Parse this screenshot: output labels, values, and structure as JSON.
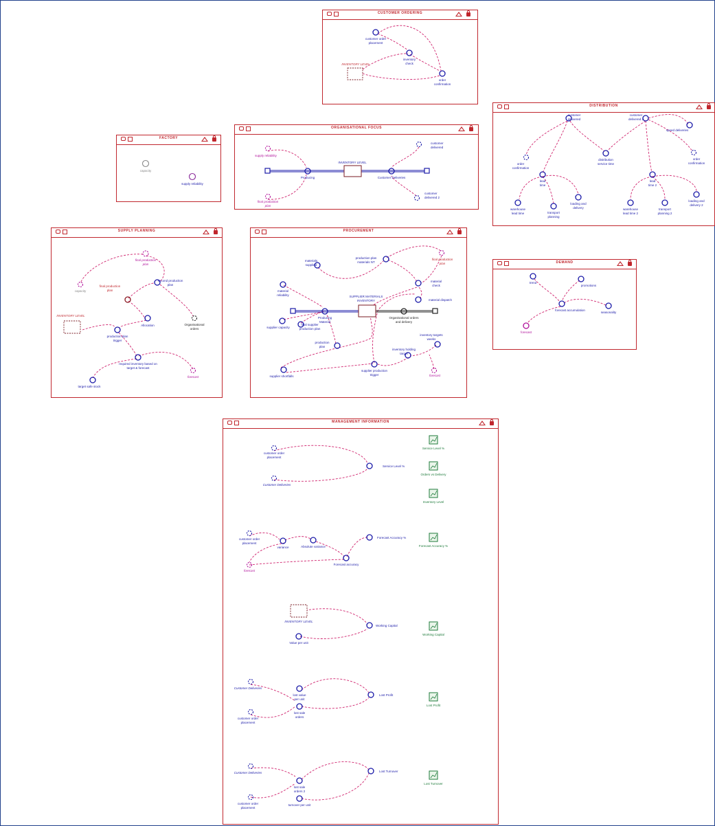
{
  "frames": {
    "customer_ordering": {
      "title": "CUSTOMER ORDERING"
    },
    "distribution": {
      "title": "DISTRIBUTION"
    },
    "factory": {
      "title": "FACTORY"
    },
    "organisational_focus": {
      "title": "ORGANISATIONAL FOCUS"
    },
    "supply_planning": {
      "title": "SUPPLY PLANNING"
    },
    "procurement": {
      "title": "PROCUREMENT"
    },
    "demand": {
      "title": "DEMAND"
    },
    "management_information": {
      "title": "MANAGEMENT INFORMATION"
    }
  },
  "labels": {
    "co_order_placement": [
      "customer order",
      "placement"
    ],
    "co_inventory_check": [
      "inventory",
      "check"
    ],
    "co_order_confirmation": [
      "order",
      "confirmation"
    ],
    "co_inventory_level": "INVENTORY LEVEL",
    "fa_capacity": "capacity",
    "fa_supply_reliability": "supply reliability",
    "of_supply_reliability": "supply reliability",
    "of_final_production_plan": [
      "final production",
      "plan"
    ],
    "of_producing": "Producing",
    "of_inventory_level": "INVENTORY LEVEL",
    "of_customer_deliveries": "Customer Deliveries",
    "of_customer_delivered": [
      "customer",
      "delivered"
    ],
    "of_customer_delivered_2": [
      "customer",
      "delivered 2"
    ],
    "di_customer_delivered": [
      "customer",
      "delivered"
    ],
    "di_customer_delivered_2": [
      "customer",
      "delivered 2"
    ],
    "di_speed_deliveries": "speed deliveries",
    "di_order_confirmation": [
      "order",
      "confirmation"
    ],
    "di_distribution_service_time": [
      "distribution",
      "service time"
    ],
    "di_order_confirmation_2": [
      "order",
      "confirmation"
    ],
    "di_lead_time": [
      "lead",
      "time"
    ],
    "di_lead_time_2": [
      "lead",
      "time 2"
    ],
    "di_warehouse_lead_time": [
      "warehouse",
      "lead time"
    ],
    "di_transport_planning": [
      "transport",
      "planning"
    ],
    "di_loading_and_delivery": [
      "loading and",
      "delivery"
    ],
    "di_warehouse_lead_time_2": [
      "warehouse",
      "lead time 2"
    ],
    "di_transport_planning_2": [
      "transport",
      "planning 2"
    ],
    "di_loading_and_delivery_2": [
      "loading and",
      "delivery 2"
    ],
    "sp_final_production_plan": [
      "final production",
      "plan"
    ],
    "sp_capacity": "capacity",
    "sp_final_production_plan_2": [
      "final production",
      "plan"
    ],
    "sp_second_production_plan": [
      "second production",
      "plan"
    ],
    "sp_inventory_level": "INVENTORY LEVEL",
    "sp_allocation": "Allocation",
    "sp_organisational_orders": [
      "Organisational",
      "orders"
    ],
    "sp_production_plan_trigger": [
      "production plan",
      "trigger"
    ],
    "sp_required_inventory": [
      "required inventory based on",
      "target & forecast"
    ],
    "sp_target_safe_stock": "target safe stock",
    "sp_forecast": "forecast",
    "pr_materials_supplied": [
      "materials",
      "supplied"
    ],
    "pr_production_plan_materials": [
      "production plan",
      "materials NT"
    ],
    "pr_final_production_plan": [
      "final production",
      "plan"
    ],
    "pr_material_reliability": [
      "material",
      "reliability"
    ],
    "pr_material_check": [
      "material",
      "check"
    ],
    "pr_material_dispatch": "material dispatch",
    "pr_supplier_inventory": [
      "SUPPLIER MATERIALS",
      "INVENTORY"
    ],
    "pr_producing_material": [
      "Producing",
      "Material"
    ],
    "pr_organisational_orders": [
      "Organisational orders",
      "and delivery"
    ],
    "pr_supplier_capacity": "supplier capacity",
    "pr_final_supplier_plan": [
      "final supplier",
      "production plan"
    ],
    "pr_production_plan": [
      "production",
      "plan"
    ],
    "pr_inventory_targets": [
      "inventory targets",
      "weeks"
    ],
    "pr_inventory_holding": [
      "inventory holding",
      "target"
    ],
    "pr_supplier_shortfalls": "supplier shortfalls",
    "pr_supplier_production_trigger": [
      "supplier production",
      "trigger"
    ],
    "pr_forecast": "forecast",
    "de_trend": "trend",
    "de_promotions": "promotions",
    "de_forecast_accumulation": "forecast accumulation",
    "de_seasonality": "seasonality",
    "de_forecast": "forecast",
    "mi_customer_order_placement_1": [
      "customer order",
      "placement"
    ],
    "mi_customer_deliveries_1": "Customer Deliveries",
    "mi_service_level": "Service Level %",
    "mi_customer_order_placement_2": [
      "customer order",
      "placement"
    ],
    "mi_variance": "variance",
    "mi_absolute_variance": "Absolute variance",
    "mi_forecast_accuracy": "Forecast accuracy",
    "mi_forecast_accuracy_pct": "Forecast Accuracy %",
    "mi_forecast": "forecast",
    "mi_inventory_level": "INVENTORY LEVEL",
    "mi_value_per_unit": "Value per unit",
    "mi_working_capital": "Working Capital",
    "mi_customer_deliveries_2": "Customer Deliveries",
    "mi_customer_order_placement_3": [
      "customer order",
      "placement"
    ],
    "mi_lost_sales_per_unit": [
      "lost value",
      "per unit"
    ],
    "mi_lost_sales_orders": [
      "lost sale",
      "orders"
    ],
    "mi_lost_profit": "Lost Profit",
    "mi_customer_deliveries_3": "Customer Deliveries",
    "mi_customer_order_placement_4": [
      "customer order",
      "placement"
    ],
    "mi_lost_sale_orders_2": [
      "lost sale",
      "orders 2"
    ],
    "mi_turnover_per_unit": "turnover per unit",
    "mi_lost_turnover": "Lost Turnover",
    "graph_service_level": "Service Level %",
    "graph_orders_vs_delivery": "Orders vs Delivery",
    "graph_inventory_level": "Inventory Level",
    "graph_forecast_accuracy": "Forecast Accuracy %",
    "graph_working_capital": "Working Capital",
    "graph_lost_profit": "Lost Profit",
    "graph_lost_turnover": "Lost Turnover"
  },
  "colors": {
    "frame": "#c0262d",
    "variable": "#1a1aa8",
    "link": "#d0246e",
    "ghost": "#b0109a",
    "graph": "#1d7a3a",
    "border": "#1e3f8a"
  },
  "icons": [
    "binoculars-icon",
    "document-icon",
    "collapse-triangle-icon",
    "lock-icon",
    "graph-icon"
  ]
}
